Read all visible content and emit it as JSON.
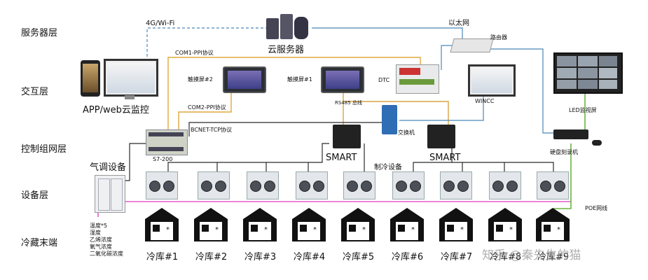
{
  "layers": {
    "server": "服务器层",
    "interaction": "交互层",
    "control_network": "控制组网层",
    "device": "设备层",
    "cold_storage_end": "冷藏末端"
  },
  "labels": {
    "wifi": "4G/Wi-Fi",
    "cloud_server": "云服务器",
    "ethernet": "以太网",
    "router": "路由器",
    "com1": "COM1-PPI协议",
    "com2": "COM2-PPI协议",
    "touch2": "触摸屏#2",
    "touch1": "触摸屏#1",
    "dtc": "DTC",
    "rs485": "RS485 总线",
    "winc": "WINCC",
    "app_web": "APP/web云监控",
    "bcnet": "BCNET-TCP协议",
    "switch": "交换机",
    "led_screen": "LED监视屏",
    "nvr": "硬盘刻录机",
    "s7": "S7-200",
    "smart_left": "SMART",
    "smart_right": "SMART",
    "aircon_device": "气调设备",
    "refrig_device": "制冷设备",
    "poe": "POE网线"
  },
  "sensor_list": [
    "温度*5",
    "湿度",
    "乙烯浓度",
    "氧气浓度",
    "二氧化碳浓度"
  ],
  "cold_rooms": [
    "冷库#1",
    "冷库#2",
    "冷库#3",
    "冷库#4",
    "冷库#5",
    "冷库#6",
    "冷库#7",
    "冷库#8",
    "冷库#9"
  ],
  "watermark": "知乎 @秦先生的猫",
  "colors": {
    "lan_line": "#4a86b8",
    "serial_line": "#e0a93c",
    "rs485_line": "#d9a441",
    "power_line": "#2b2b2b",
    "poe_line": "#6cb33f",
    "device_bus": "#e45bc8"
  }
}
